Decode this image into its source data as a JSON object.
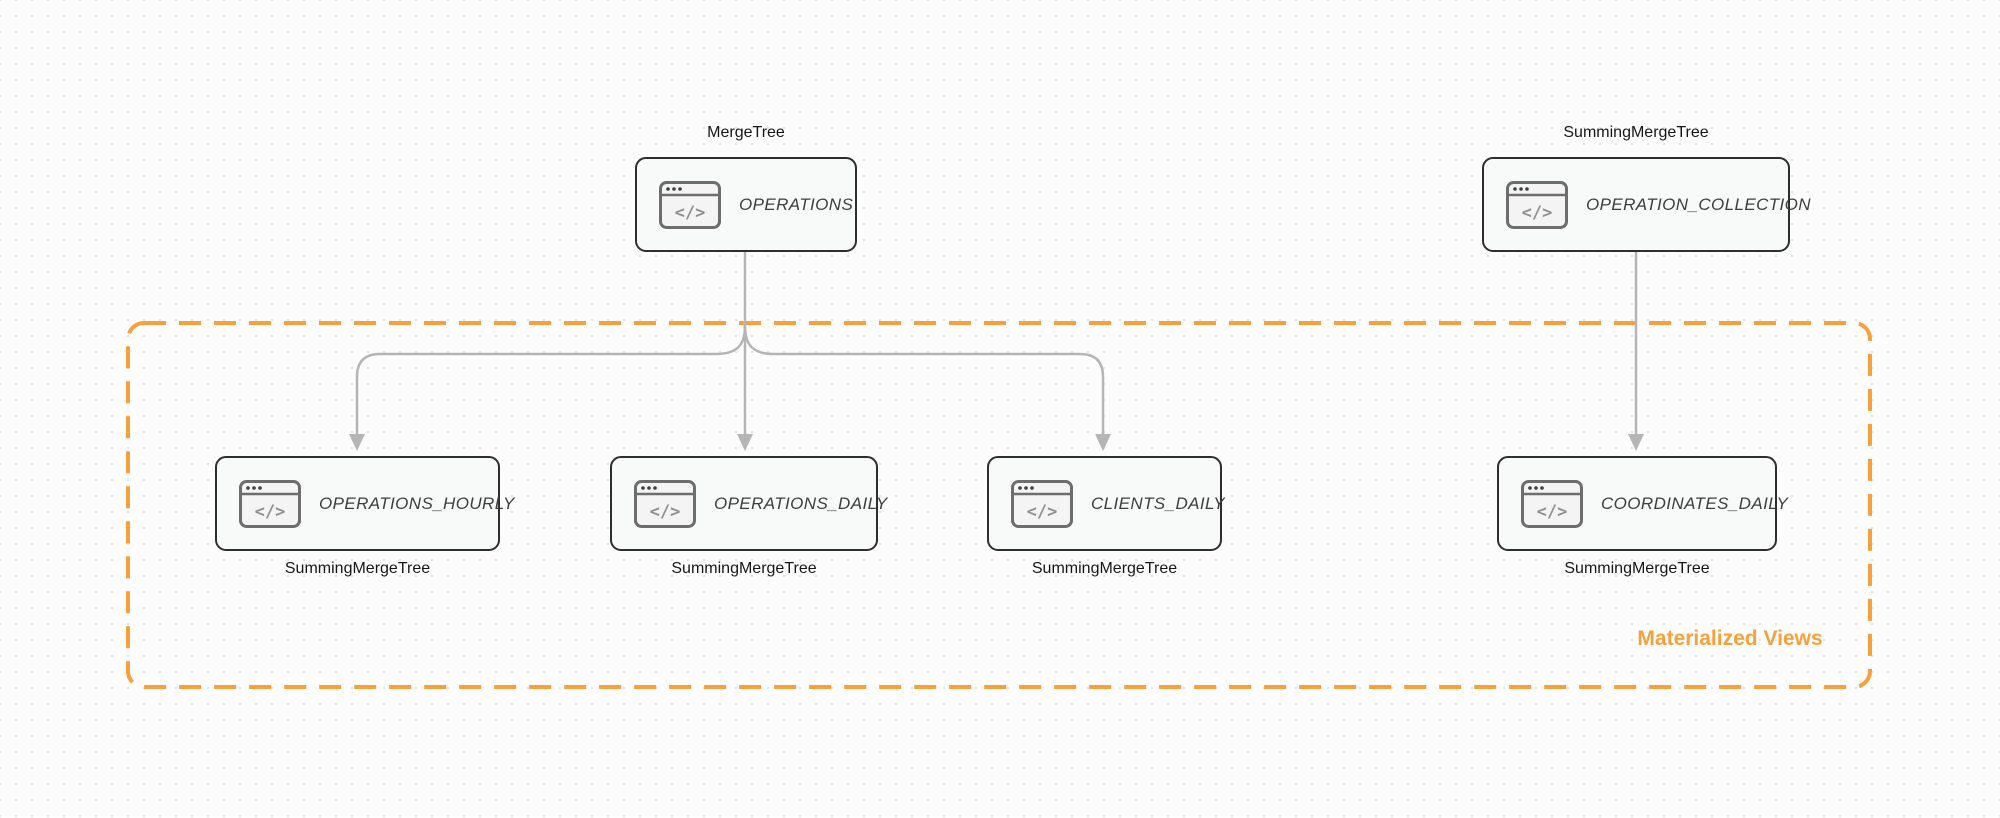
{
  "diagram": {
    "group_label": "Materialized Views",
    "icon_glyph": "</>",
    "colors": {
      "accent_orange": "#F8A13B",
      "arrow_gray": "#b5b5b5",
      "node_border": "#2e2e2e",
      "node_fill": "#f8f9f9"
    }
  },
  "nodes": [
    {
      "table": "OPERATIONS",
      "engine": "MergeTree"
    },
    {
      "table": "OPERATION_COLLECTION",
      "engine": "SummingMergeTree"
    },
    {
      "table": "OPERATIONS_HOURLY",
      "engine": "SummingMergeTree"
    },
    {
      "table": "OPERATIONS_DAILY",
      "engine": "SummingMergeTree"
    },
    {
      "table": "CLIENTS_DAILY",
      "engine": "SummingMergeTree"
    },
    {
      "table": "COORDINATES_DAILY",
      "engine": "SummingMergeTree"
    }
  ]
}
